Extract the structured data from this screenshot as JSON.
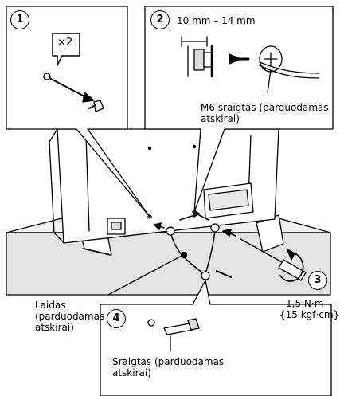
{
  "steps": [
    "1",
    "2",
    "3",
    "4"
  ],
  "callout1": {
    "multiplier": "×2"
  },
  "callout2": {
    "range": "10 mm – 14 mm",
    "bolt_label_line1": "M6 sraigtas (parduodamas",
    "bolt_label_line2": "atskirai)"
  },
  "step3": {
    "torque_line1": "1,5 N·m",
    "torque_line2": "{15 kgf·cm}"
  },
  "cable": {
    "line1": "Laidas",
    "line2": "(parduodamas",
    "line3": "atskirai)"
  },
  "callout4": {
    "screw_line1": "Sraigtas (parduodamas",
    "screw_line2": "atskirai)"
  }
}
